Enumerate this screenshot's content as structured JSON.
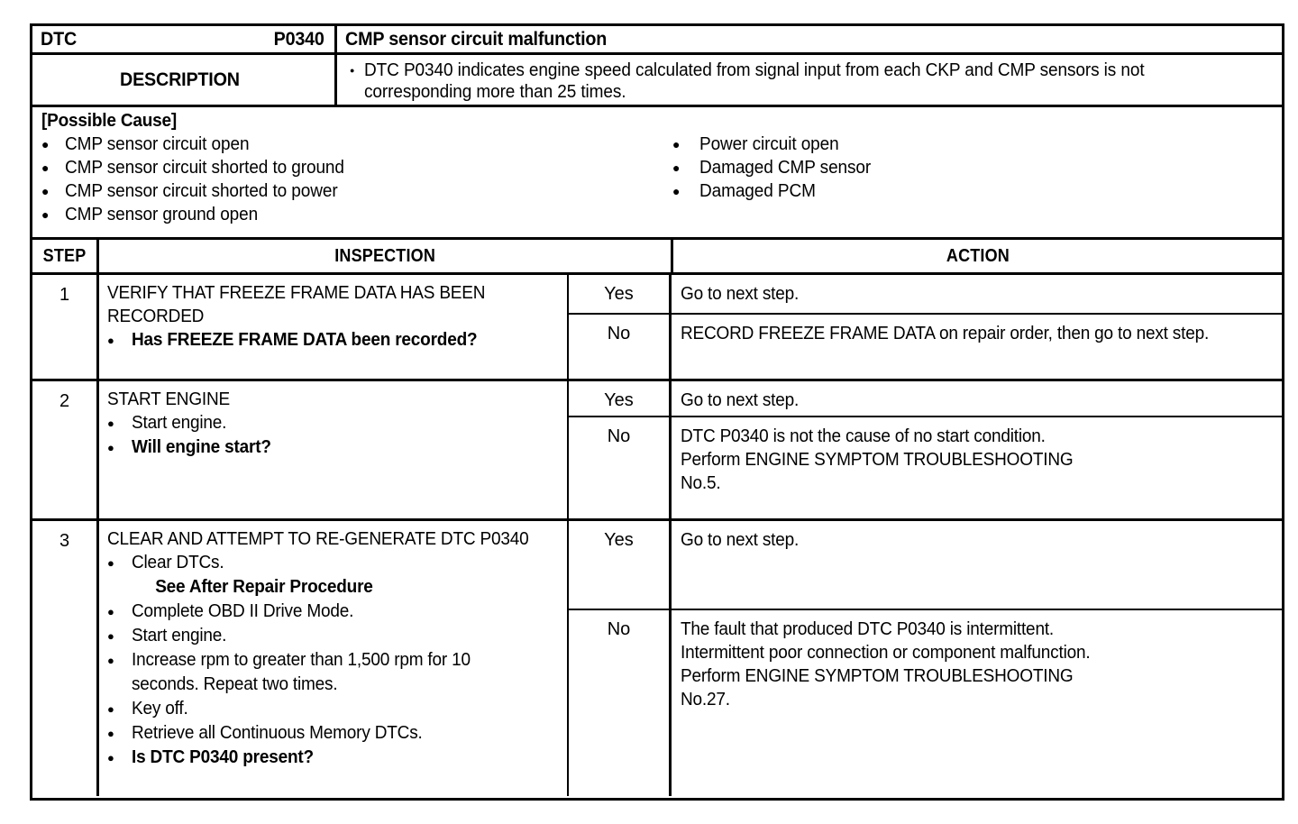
{
  "header": {
    "dtc_label": "DTC",
    "dtc_code": "P0340",
    "dtc_title": "CMP sensor circuit malfunction",
    "description_label": "DESCRIPTION",
    "description_text": "DTC P0340 indicates engine speed calculated from signal input from each CKP and CMP sensors is not corresponding more than 25 times."
  },
  "possible_cause": {
    "title": "[Possible Cause]",
    "left_items": [
      "CMP sensor circuit open",
      "CMP sensor circuit shorted to ground",
      "CMP sensor circuit shorted to power",
      "CMP sensor ground open"
    ],
    "right_items": [
      "Power circuit open",
      "Damaged CMP sensor",
      "Damaged PCM"
    ]
  },
  "columns": {
    "step": "STEP",
    "inspection": "INSPECTION",
    "action": "ACTION"
  },
  "steps": [
    {
      "number": "1",
      "title": "VERIFY THAT FREEZE FRAME DATA HAS BEEN RECORDED",
      "items": [
        {
          "text": "Has FREEZE FRAME DATA been recorded?",
          "bold": true
        }
      ],
      "yes_label": "Yes",
      "yes_action": "Go to next step.",
      "no_label": "No",
      "no_action": "RECORD FREEZE FRAME DATA on repair order, then go to next step."
    },
    {
      "number": "2",
      "title": "START ENGINE",
      "items": [
        {
          "text": "Start engine.",
          "bold": false
        },
        {
          "text": "Will engine start?",
          "bold": true
        }
      ],
      "yes_label": "Yes",
      "yes_action": "Go to next step.",
      "no_label": "No",
      "no_action": "DTC P0340 is not the cause of no start condition.\nPerform ENGINE SYMPTOM TROUBLESHOOTING\nNo.5."
    },
    {
      "number": "3",
      "title": "CLEAR AND ATTEMPT TO RE-GENERATE DTC P0340",
      "items": [
        {
          "text": "Clear DTCs.",
          "bold": false,
          "subnote": "See After Repair Procedure"
        },
        {
          "text": "Complete OBD II Drive Mode.",
          "bold": false
        },
        {
          "text": "Start engine.",
          "bold": false
        },
        {
          "text": "Increase rpm to greater than 1,500 rpm for 10 seconds. Repeat two times.",
          "bold": false
        },
        {
          "text": "Key off.",
          "bold": false
        },
        {
          "text": "Retrieve all Continuous Memory DTCs.",
          "bold": false
        },
        {
          "text": "Is DTC P0340 present?",
          "bold": true
        }
      ],
      "yes_label": "Yes",
      "yes_action": "Go to next step.",
      "no_label": "No",
      "no_action": "The fault that produced DTC P0340 is intermittent.\nIntermittent poor connection or component malfunction.\nPerform ENGINE SYMPTOM TROUBLESHOOTING\nNo.27."
    }
  ]
}
